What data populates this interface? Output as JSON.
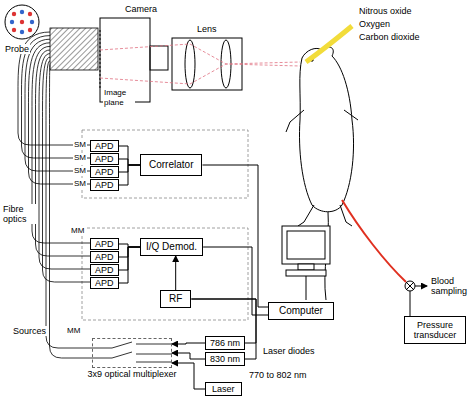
{
  "diagram": {
    "nodes": [
      {
        "text": [
          "APD"
        ]
      },
      {
        "text": [
          "APD"
        ]
      },
      {
        "text": [
          "APD"
        ]
      },
      {
        "text": [
          "APD"
        ]
      },
      {
        "text": [
          "Correlator"
        ]
      },
      {
        "text": [
          "APD"
        ]
      },
      {
        "text": [
          "APD"
        ]
      },
      {
        "text": [
          "APD"
        ]
      },
      {
        "text": [
          "APD"
        ]
      },
      {
        "text": [
          "I/Q Demod."
        ]
      },
      {
        "text": [
          "RF"
        ]
      },
      {
        "text": [
          "Computer"
        ]
      },
      {
        "text": [
          "786 nm"
        ]
      },
      {
        "text": [
          "830 nm"
        ]
      },
      {
        "text": [
          "3x9 optical multiplexer"
        ]
      },
      {
        "text": [
          "Laser"
        ]
      },
      {
        "text": [
          "Pressure transducer"
        ]
      }
    ],
    "edges": [
      {
        "from": 0,
        "to": 4,
        "arrow": "none"
      },
      {
        "from": 1,
        "to": 4,
        "arrow": "none"
      },
      {
        "from": 2,
        "to": 4,
        "arrow": "none"
      },
      {
        "from": 3,
        "to": 4,
        "arrow": "none"
      },
      {
        "from": 5,
        "to": 9,
        "arrow": "none"
      },
      {
        "from": 6,
        "to": 9,
        "arrow": "none"
      },
      {
        "from": 7,
        "to": 9,
        "arrow": "none"
      },
      {
        "from": 8,
        "to": 9,
        "arrow": "none"
      },
      {
        "from": 10,
        "to": 9,
        "arrow": "to"
      },
      {
        "from": 4,
        "to": 11,
        "arrow": "none"
      },
      {
        "from": 9,
        "to": 11,
        "arrow": "none"
      },
      {
        "from": 10,
        "to": 12,
        "arrow": "none"
      },
      {
        "from": 10,
        "to": 13,
        "arrow": "none"
      },
      {
        "from": 12,
        "to": 14,
        "arrow": "to"
      },
      {
        "from": 13,
        "to": 14,
        "arrow": "to"
      },
      {
        "from": 15,
        "to": 14,
        "arrow": "to"
      }
    ],
    "labels": [
      "Probe",
      "Camera",
      "Image plane",
      "Lens",
      "Nitrous oxide",
      "Oxygen",
      "Carbon dioxide",
      "Blood sampling",
      "Fibre optics",
      "SM",
      "SM",
      "SM",
      "SM",
      "MM",
      "Sources",
      "MM",
      "Laser diodes",
      "770 to 802 nm"
    ]
  }
}
